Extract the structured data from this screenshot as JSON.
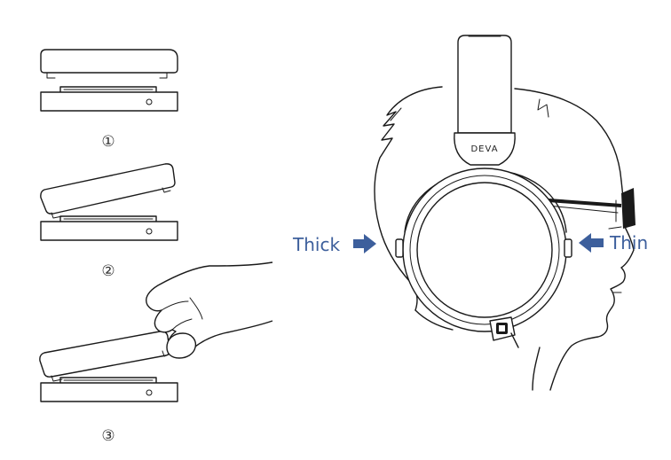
{
  "steps": [
    {
      "label": "①"
    },
    {
      "label": "②"
    },
    {
      "label": "③"
    }
  ],
  "headphone": {
    "brand": "DEVA"
  },
  "callouts": {
    "thick": "Thick",
    "thin": "Thin",
    "arrow_color": "#3d5f9c"
  }
}
